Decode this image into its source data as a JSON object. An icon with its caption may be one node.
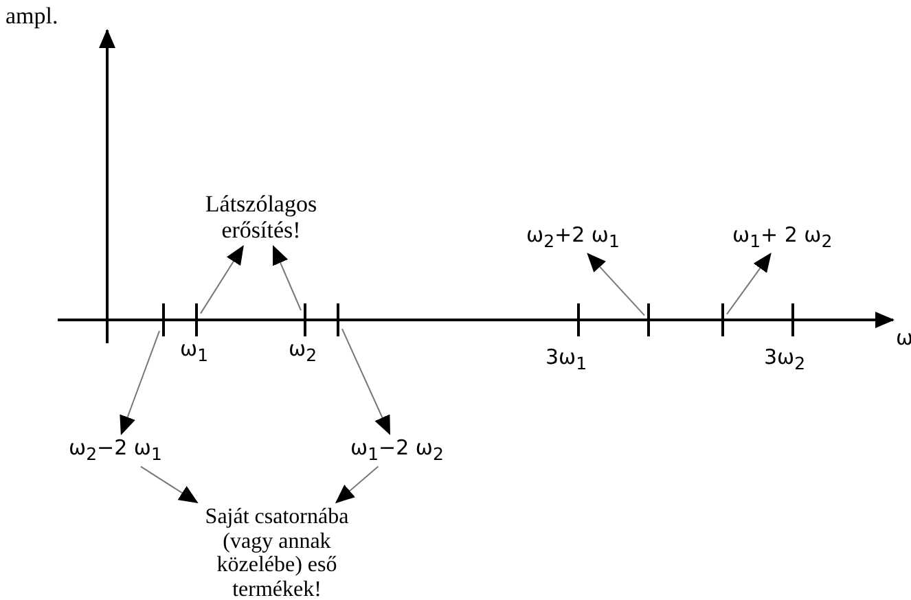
{
  "diagram": {
    "nodes": [
      {
        "text": [
          "Látszólagos erősítés!"
        ]
      },
      {
        "text": [
          "ω$_{2}$+2 ω$_{1}$"
        ]
      },
      {
        "text": [
          "ω$_{1}$+ 2 ω$_{2}$"
        ]
      },
      {
        "text": [],
        "shape": "bar"
      },
      {
        "text": [],
        "shape": "bar",
        "beside": [
          "ω$_{1}$"
        ]
      },
      {
        "text": [],
        "shape": "bar",
        "beside": [
          "ω$_{2}$"
        ]
      },
      {
        "text": [],
        "shape": "bar"
      },
      {
        "text": [],
        "shape": "bar"
      },
      {
        "text": [],
        "shape": "bar"
      },
      {
        "text": [
          "ω$_{2}$−2 ω$_{1}$"
        ]
      },
      {
        "text": [
          "ω$_{1}$−2 ω$_{2}$"
        ]
      },
      {
        "text": [
          "Saját csatornába (vagy annak közelébe) eső termékek!"
        ]
      }
    ],
    "edges": [
      {
        "from": 3,
        "to": 9,
        "arrow": "to"
      },
      {
        "from": 4,
        "to": 0,
        "arrow": "to"
      },
      {
        "from": 5,
        "to": 0,
        "arrow": "to"
      },
      {
        "from": 6,
        "to": 10,
        "arrow": "to"
      },
      {
        "from": 9,
        "to": 11,
        "arrow": "to"
      },
      {
        "from": 10,
        "to": 11,
        "arrow": "to"
      },
      {
        "from": 7,
        "to": 1,
        "arrow": "to"
      },
      {
        "from": 8,
        "to": 2,
        "arrow": "to"
      }
    ],
    "labels": [
      "ampl.",
      "ω",
      "3ω$_{1}$",
      "3ω$_{2}$"
    ]
  }
}
